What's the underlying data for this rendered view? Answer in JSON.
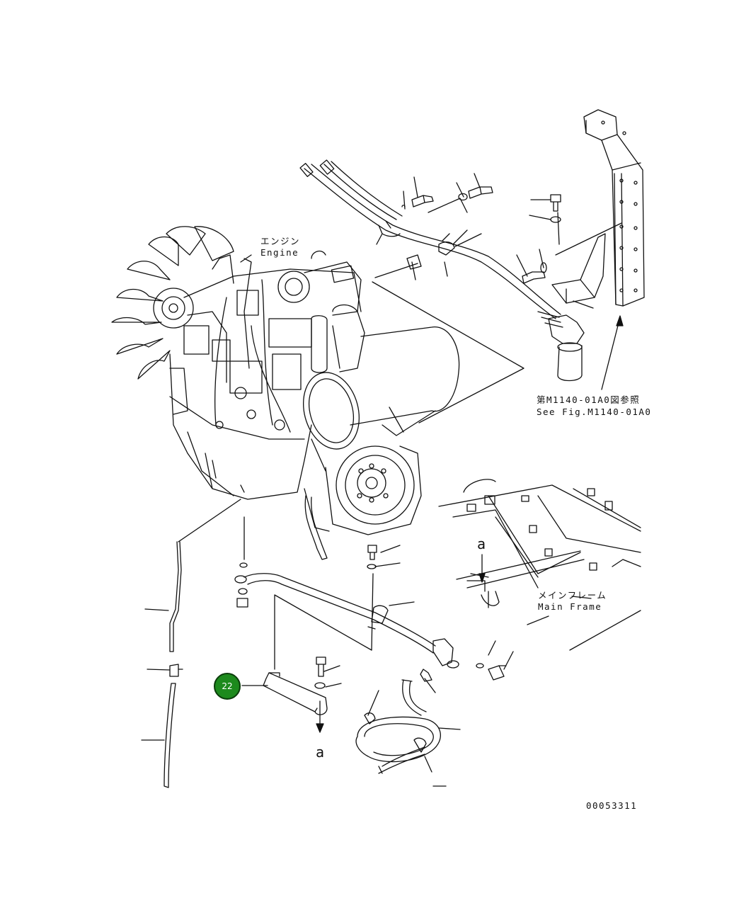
{
  "labels": {
    "engine_jp": "エンジン",
    "engine_en": "Engine",
    "see_fig_jp": "第M1140-01A0図参照",
    "see_fig_en": "See Fig.M1140-01A0",
    "main_frame_jp": "メインフレーム",
    "main_frame_en": "Main Frame",
    "ref_a_upper": "a",
    "ref_a_lower": "a",
    "drawing_number": "00053311"
  },
  "callouts": [
    {
      "number": "22",
      "color": "#1d8a1d"
    }
  ]
}
